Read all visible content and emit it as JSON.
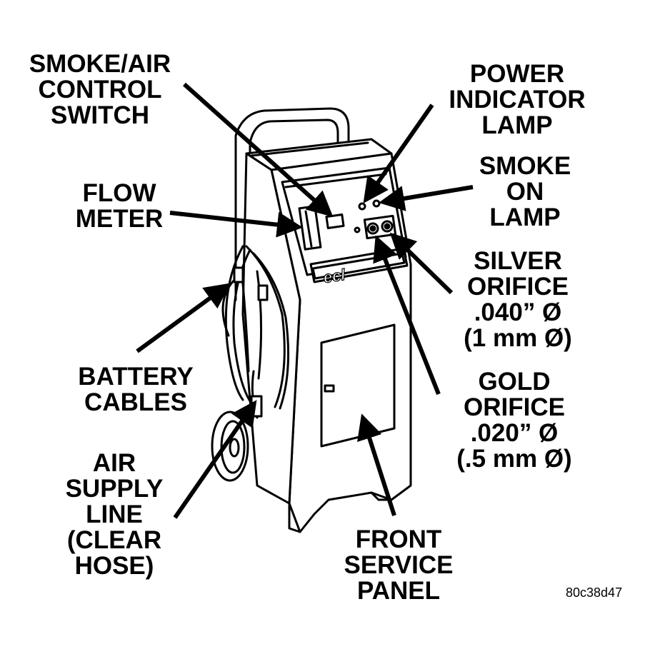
{
  "labels": {
    "smoke_air_control_switch": [
      "SMOKE/AIR",
      "CONTROL",
      "SWITCH"
    ],
    "power_indicator_lamp": [
      "POWER",
      "INDICATOR",
      "LAMP"
    ],
    "smoke_on_lamp": [
      "SMOKE",
      "ON",
      "LAMP"
    ],
    "flow_meter": [
      "FLOW",
      "METER"
    ],
    "silver_orifice": [
      "SILVER",
      "ORIFICE",
      ".040” Ø",
      "(1 mm Ø)"
    ],
    "gold_orifice": [
      "GOLD",
      "ORIFICE",
      ".020” Ø",
      "(.5 mm Ø)"
    ],
    "battery_cables": [
      "BATTERY",
      "CABLES"
    ],
    "air_supply_line": [
      "AIR",
      "SUPPLY",
      "LINE",
      "(CLEAR",
      "HOSE)"
    ],
    "front_service_panel": [
      "FRONT",
      "SERVICE",
      "PANEL"
    ]
  },
  "figure_code": "80c38d47",
  "machine_logo": "ecl",
  "colors": {
    "ink": "#000000",
    "paper": "#ffffff"
  }
}
